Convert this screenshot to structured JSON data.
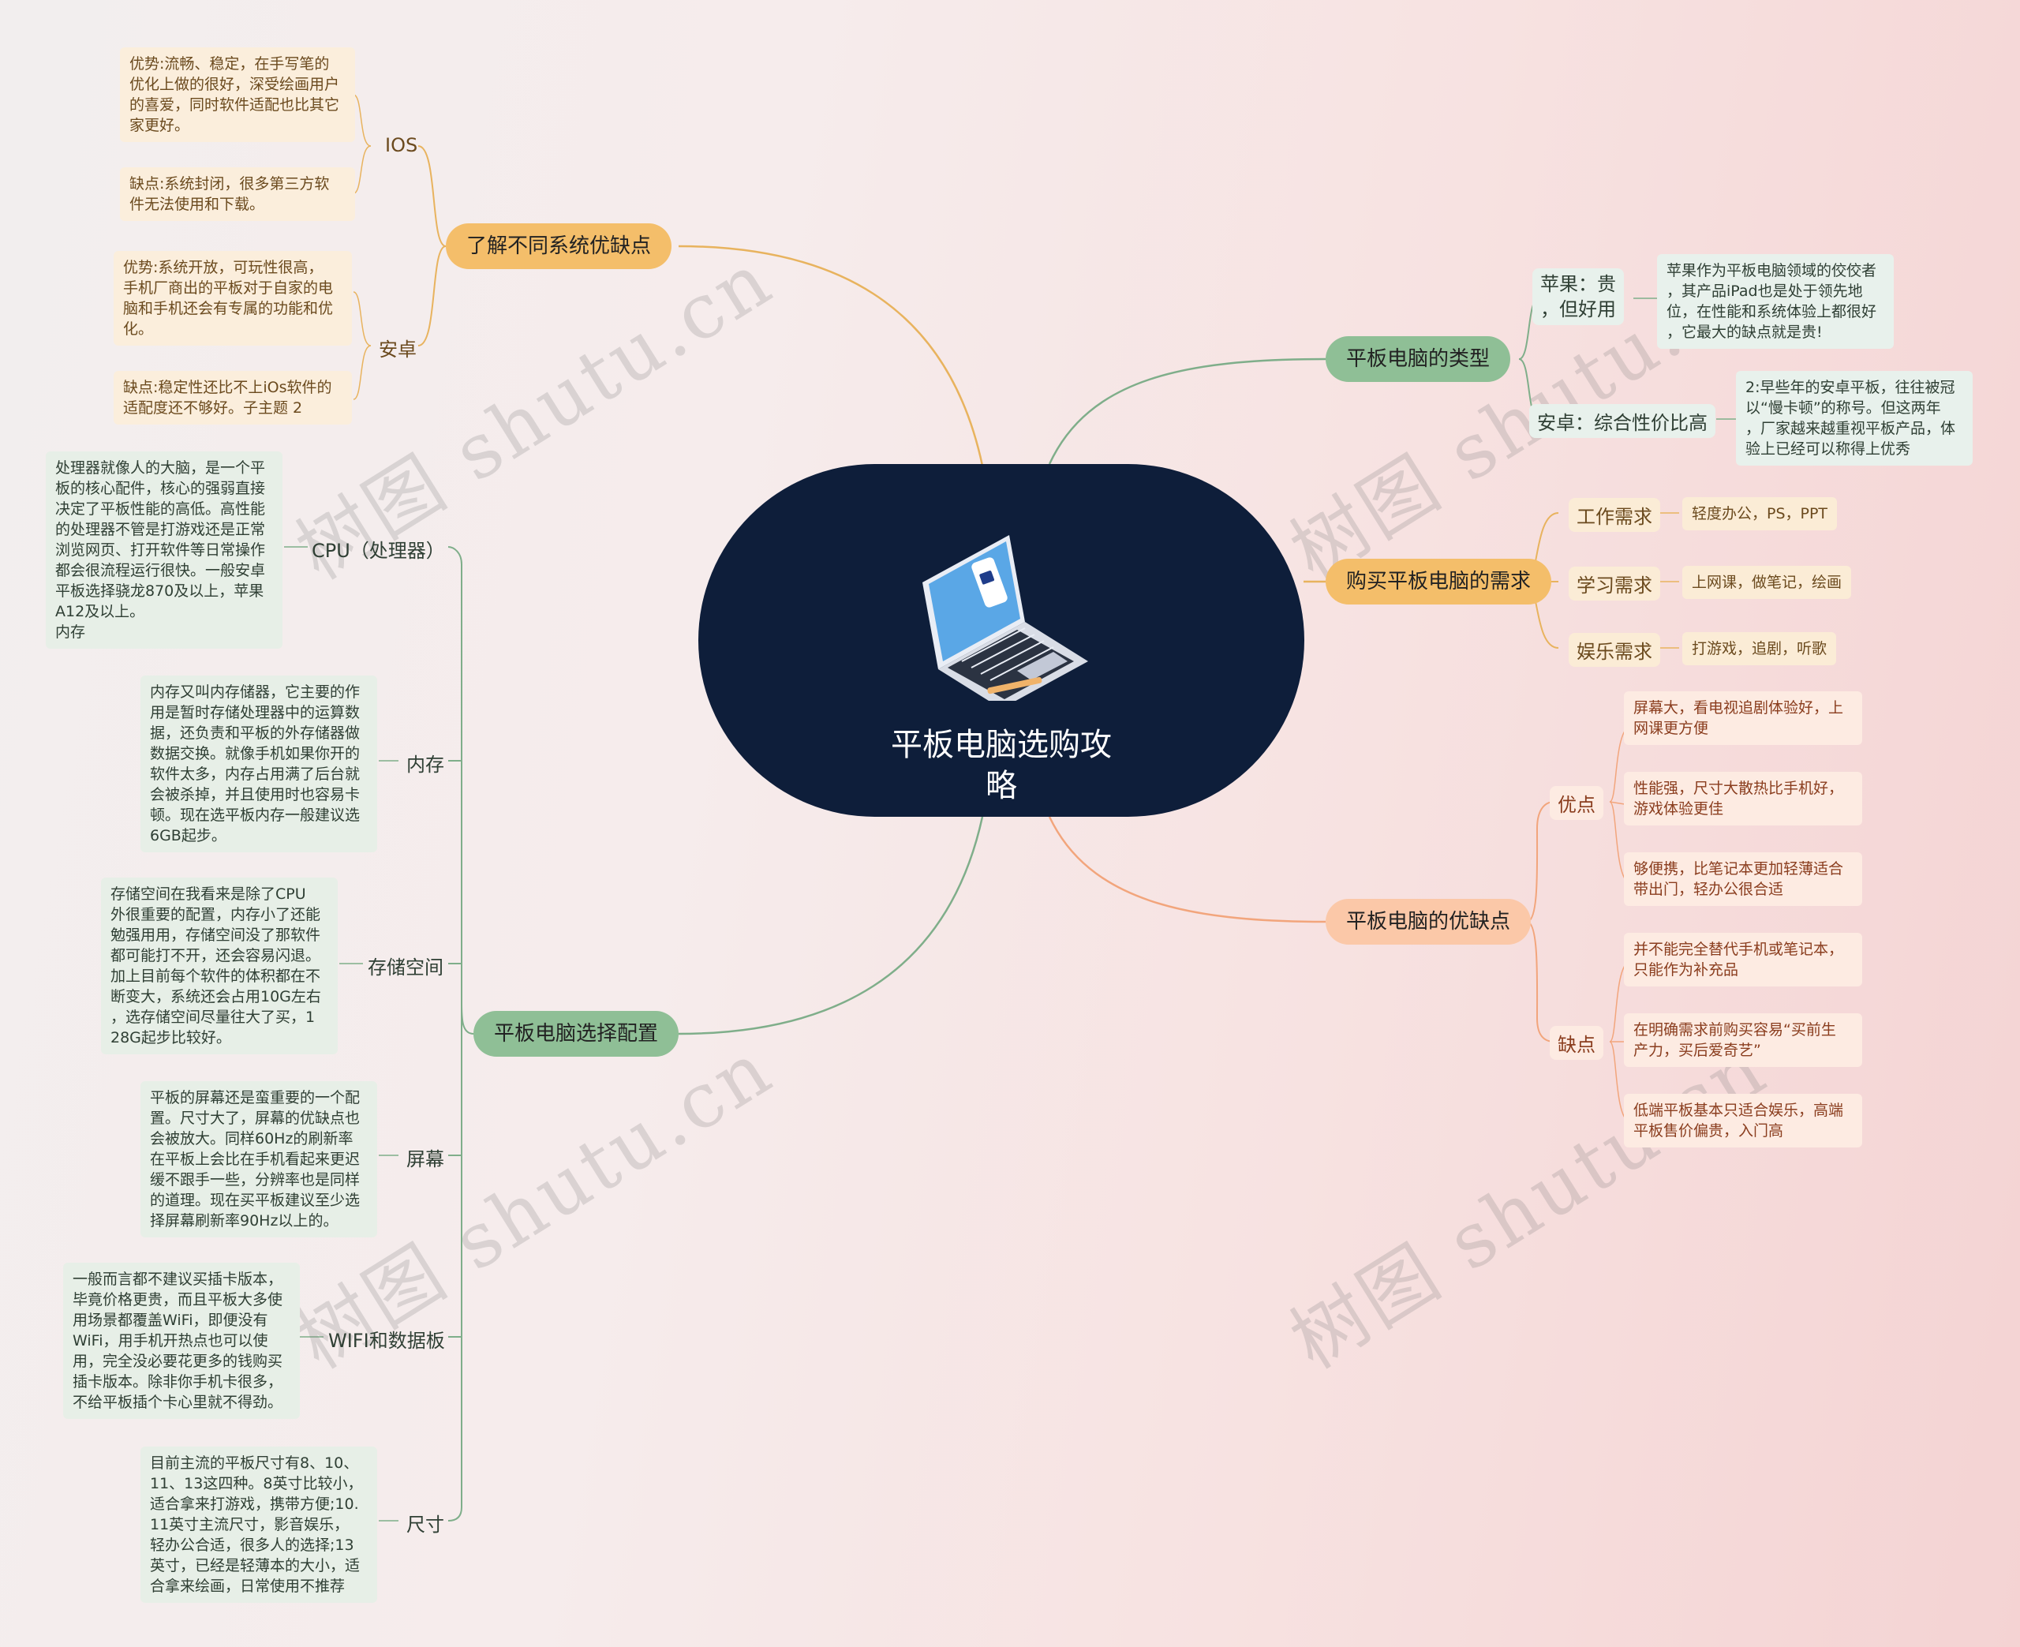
{
  "center": {
    "title": "平板电脑选购攻\n略",
    "icon": "laptop-icon"
  },
  "watermark": "树图 shutu.cn",
  "branches": {
    "systems": {
      "label": "了解不同系统优缺点",
      "ios": {
        "label": "IOS",
        "pro": "优势:流畅、稳定，在手写笔的\n优化上做的很好，深受绘画用户\n的喜爱，同时软件适配也比其它\n家更好。",
        "con": "缺点:系统封闭，很多第三方软\n件无法使用和下载。"
      },
      "android": {
        "label": "安卓",
        "pro": "优势:系统开放，可玩性很高，\n手机厂商出的平板对于自家的电\n脑和手机还会有专属的功能和优\n化。",
        "con": "缺点:稳定性还比不上iOs软件的\n适配度还不够好。子主题 2"
      }
    },
    "config": {
      "label": "平板电脑选择配置",
      "cpu": {
        "label": "CPU（处理器）",
        "text": "处理器就像人的大脑，是一个平\n板的核心配件，核心的强弱直接\n决定了平板性能的高低。高性能\n的处理器不管是打游戏还是正常\n浏览网页、打开软件等日常操作\n都会很流程运行很快。一般安卓\n平板选择骁龙870及以上，苹果\nA12及以上。\n内存"
      },
      "memory": {
        "label": "内存",
        "text": "内存又叫内存储器，它主要的作\n用是暂时存储处理器中的运算数\n据，还负责和平板的外存储器做\n数据交换。就像手机如果你开的\n软件太多，内存占用满了后台就\n会被杀掉，并且使用时也容易卡\n顿。现在选平板内存一般建议选\n6GB起步。"
      },
      "storage": {
        "label": "存储空间",
        "text": "存储空间在我看来是除了CPU\n外很重要的配置，内存小了还能\n勉强用用，存储空间没了那软件\n都可能打不开，还会容易闪退。\n加上目前每个软件的体积都在不\n断变大，系统还会占用10G左右\n，选存储空间尽量往大了买，1\n28G起步比较好。"
      },
      "screen": {
        "label": "屏幕",
        "text": "平板的屏幕还是蛮重要的一个配\n置。尺寸大了，屏幕的优缺点也\n会被放大。同样60Hz的刷新率\n在平板上会比在手机看起来更迟\n缓不跟手一些，分辨率也是同样\n的道理。现在买平板建议至少选\n择屏幕刷新率90Hz以上的。"
      },
      "wifi": {
        "label": "WIFI和数据板",
        "text": "一般而言都不建议买插卡版本，\n毕竟价格更贵，而且平板大多使\n用场景都覆盖WiFi，即便没有\nWiFi，用手机开热点也可以使\n用，完全没必要花更多的钱购买\n插卡版本。除非你手机卡很多，\n不给平板插个卡心里就不得劲。"
      },
      "size": {
        "label": "尺寸",
        "text": "目前主流的平板尺寸有8、10、\n11、13这四种。8英寸比较小，\n适合拿来打游戏，携带方便;10.\n11英寸主流尺寸，影音娱乐，\n轻办公合适，很多人的选择;13\n英寸，已经是轻薄本的大小，适\n合拿来绘画，日常使用不推荐"
      }
    },
    "types": {
      "label": "平板电脑的类型",
      "apple": {
        "label": "苹果：贵\n，但好用",
        "text": "苹果作为平板电脑领域的佼佼者\n，其产品iPad也是处于领先地\n位，在性能和系统体验上都很好\n，它最大的缺点就是贵!"
      },
      "android": {
        "label": "安卓：综合性价比高",
        "text": "2:早些年的安卓平板，往往被冠\n以“慢卡顿”的称号。但这两年\n，厂家越来越重视平板产品，体\n验上已经可以称得上优秀"
      }
    },
    "needs": {
      "label": "购买平板电脑的需求",
      "work": {
        "label": "工作需求",
        "text": "轻度办公，PS，PPT"
      },
      "study": {
        "label": "学习需求",
        "text": "上网课，做笔记，绘画"
      },
      "fun": {
        "label": "娱乐需求",
        "text": "打游戏，追剧，听歌"
      }
    },
    "proscons": {
      "label": "平板电脑的优缺点",
      "pros": {
        "label": "优点",
        "items": [
          "屏幕大，看电视追剧体验好，上\n网课更方便",
          "性能强，尺寸大散热比手机好，\n游戏体验更佳",
          "够便携，比笔记本更加轻薄适合\n带出门，轻办公很合适"
        ]
      },
      "cons": {
        "label": "缺点",
        "items": [
          "并不能完全替代手机或笔记本，\n只能作为补充品",
          "在明确需求前购买容易“买前生\n产力，买后爱奇艺”",
          "低端平板基本只适合娱乐，高端\n平板售价偏贵，入门高"
        ]
      }
    }
  },
  "colors": {
    "center_bg": "#0e1e3a",
    "orange": "#f4be6a",
    "green": "#8fbf96",
    "teal": "#7fb08e",
    "peach": "#fbc8a8",
    "line_orange": "#e8b35e",
    "line_green": "#7fae8a",
    "line_peach": "#f2a57c"
  }
}
